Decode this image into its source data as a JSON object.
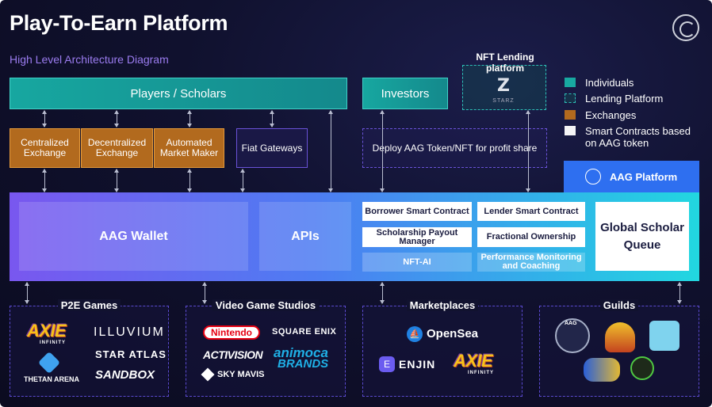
{
  "title": "Play-To-Earn Platform",
  "subtitle": "High Level Architecture Diagram",
  "top_row": {
    "players": "Players / Scholars",
    "investors": "Investors",
    "nft_lending_label": "NFT Lending platform",
    "nft_lending_logo_text": "STARZ"
  },
  "exchanges": {
    "centralized": "Centralized Exchange",
    "decentralized": "Decentralized Exchange",
    "amm": "Automated Market Maker",
    "fiat": "Fiat Gateways",
    "deploy": "Deploy AAG Token/NFT for profit share"
  },
  "legend": [
    {
      "label": "Individuals",
      "color": "#18a9a1"
    },
    {
      "label": "Lending Platform",
      "color": "#2ec0b8"
    },
    {
      "label": "Exchanges",
      "color": "#b26a1e"
    },
    {
      "label": "Smart Contracts based on AAG token",
      "color": "#f4f4f6"
    }
  ],
  "platform": {
    "label": "AAG Platform",
    "wallet": "AAG Wallet",
    "apis": "APIs",
    "contracts": [
      "Borrower Smart Contract",
      "Lender Smart Contract",
      "Scholarship Payout Manager",
      "Fractional Ownership",
      "NFT-AI",
      "Performance Monitoring and Coaching"
    ],
    "queue": "Global Scholar Queue"
  },
  "categories": {
    "p2e": {
      "title": "P2E Games",
      "brands": {
        "axie": "AXIE",
        "axie_sub": "INFINITY",
        "illuvium": "ILLUVIUM",
        "star_atlas": "STAR ATLAS",
        "thetan": "THETAN ARENA",
        "sandbox": "SANDBOX"
      }
    },
    "studios": {
      "title": "Video Game Studios",
      "brands": {
        "nintendo": "Nintendo",
        "square_enix": "SQUARE ENIX",
        "activision": "ACTIVISION",
        "animoca_1": "animoca",
        "animoca_2": "BRANDS",
        "sky_mavis": "SKY MAVIS"
      }
    },
    "marketplaces": {
      "title": "Marketplaces",
      "brands": {
        "opensea": "OpenSea",
        "enjin": "ENJIN",
        "axie": "AXIE",
        "axie_sub": "INFINITY"
      }
    },
    "guilds": {
      "title": "Guilds",
      "brands": {
        "aag": "AAG"
      }
    }
  },
  "colors": {
    "individual": "#18a9a1",
    "exchange": "#b26a1e",
    "platform_accent": "#2e6ff0",
    "background": "#10112e"
  }
}
